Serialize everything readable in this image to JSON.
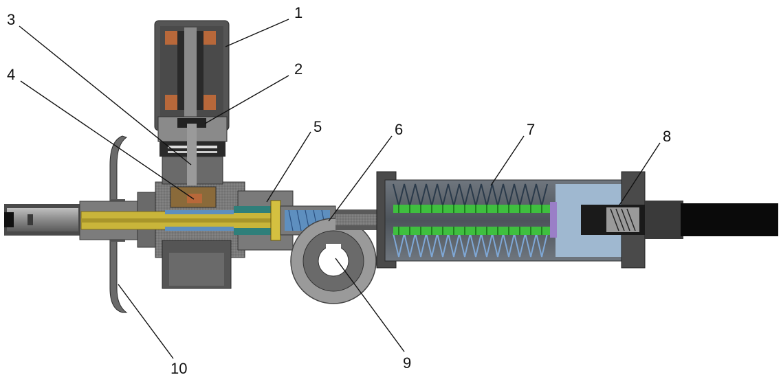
{
  "figure": {
    "callouts": [
      {
        "id": "1",
        "label": "1"
      },
      {
        "id": "2",
        "label": "2"
      },
      {
        "id": "3",
        "label": "3"
      },
      {
        "id": "4",
        "label": "4"
      },
      {
        "id": "5",
        "label": "5"
      },
      {
        "id": "6",
        "label": "6"
      },
      {
        "id": "7",
        "label": "7"
      },
      {
        "id": "8",
        "label": "8"
      },
      {
        "id": "9",
        "label": "9"
      },
      {
        "id": "10",
        "label": "10"
      }
    ]
  },
  "colors": {
    "housing_dark": "#3d3d3d",
    "housing_mid": "#6e6e6e",
    "housing_light": "#a8a8a8",
    "coil_copper": "#b8683a",
    "screw_yellow": "#c9b53a",
    "nut_blue": "#5e8fbf",
    "spring_green": "#3fbf3f",
    "spring_blue": "#7fa8d6",
    "cylinder_body": "#5a5f66",
    "rod_black": "#0a0a0a",
    "teal_part": "#2f7f7a",
    "purple_part": "#9a7fc7"
  }
}
